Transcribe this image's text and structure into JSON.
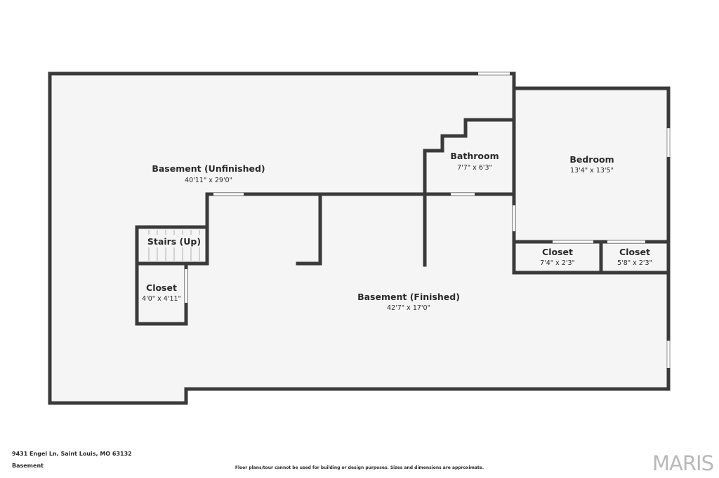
{
  "rooms": {
    "basement_unfinished": {
      "name": "Basement (Unfinished)",
      "dims": "40'11\" x 29'0\""
    },
    "bathroom": {
      "name": "Bathroom",
      "dims": "7'7\" x 6'3\""
    },
    "bedroom": {
      "name": "Bedroom",
      "dims": "13'4\" x 13'5\""
    },
    "stairs": {
      "name": "Stairs (Up)"
    },
    "closet_left": {
      "name": "Closet",
      "dims": "4'0\" x 4'11\""
    },
    "closet_1": {
      "name": "Closet",
      "dims": "7'4\" x 2'3\""
    },
    "closet_2": {
      "name": "Closet",
      "dims": "5'8\" x 2'3\""
    },
    "basement_finished": {
      "name": "Basement (Finished)",
      "dims": "42'7\" x 17'0\""
    }
  },
  "footer": {
    "address": "9431 Engel Ln, Saint Louis, MO 63132",
    "level": "Basement",
    "disclaimer": "Floor plans/tour cannot be used for building or design purposes. Sizes and dimensions are approximate.",
    "brand": "MARIS"
  },
  "colors": {
    "wall": "#3a3a3a",
    "floor": "#f5f5f5",
    "background": "#ffffff"
  }
}
